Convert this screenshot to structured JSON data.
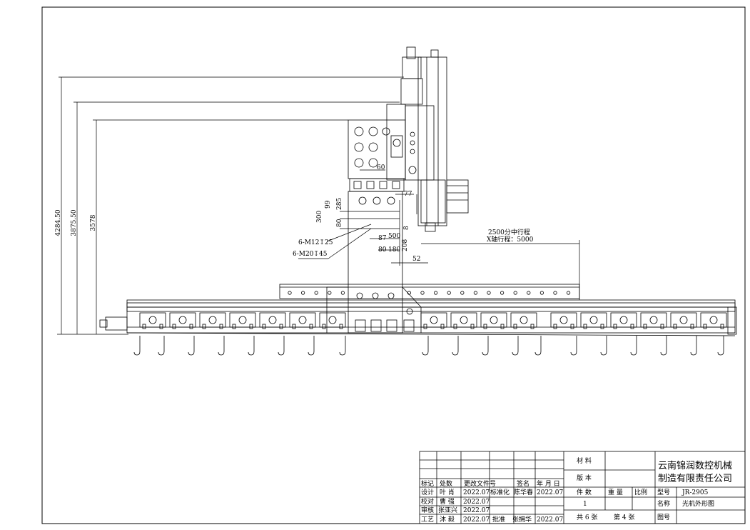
{
  "dimensions": {
    "overall_height": "4284.50",
    "height_2": "3875.50",
    "height_3": "3578",
    "d60": "60",
    "d77": "77",
    "d99": "99",
    "d285": "285",
    "d80v": "80",
    "d300": "300",
    "d500": "500",
    "d87": "87",
    "d80a": "80",
    "d180": "180",
    "d208": "208",
    "d8": "8",
    "d52": "52",
    "hole_a": "6-M12↧25",
    "hole_b": "6-M20↧45",
    "stroke_mid": "2500分中行程",
    "stroke_x": "X轴行程：5000"
  },
  "title_block": {
    "company_line1": "云南锦润数控机械",
    "company_line2": "制造有限责任公司",
    "material_label": "材  料",
    "version_label": "版  本",
    "qty_label": "件  数",
    "weight_label": "重  量",
    "scale_label": "比例",
    "model_label": "型号",
    "model_value": "JR-2905",
    "qty_value": "1",
    "name_label": "名称",
    "name_value": "光机外形图",
    "sheets_total": "共 6 张",
    "sheet_no": "第 4 张",
    "drawing_no_label": "图号",
    "hdr_mark": "标记",
    "hdr_count": "处数",
    "hdr_change": "更改文件号",
    "hdr_sign": "签名",
    "hdr_date": "年 月 日",
    "design_label": "设计",
    "design_name": "叶  肖",
    "design_date": "2022.07",
    "std_label": "标准化",
    "std_name": "陈华春",
    "std_date": "2022.07",
    "check_label": "校对",
    "check_name": "曹  强",
    "check_date": "2022.07",
    "review_label": "审核",
    "review_name": "张亚兴",
    "review_date": "2022.07",
    "process_label": "工艺",
    "process_name": "沐  毅",
    "process_date": "2022.07",
    "approve_label": "批准",
    "approve_name": "张拥华",
    "approve_date": "2022.07"
  }
}
